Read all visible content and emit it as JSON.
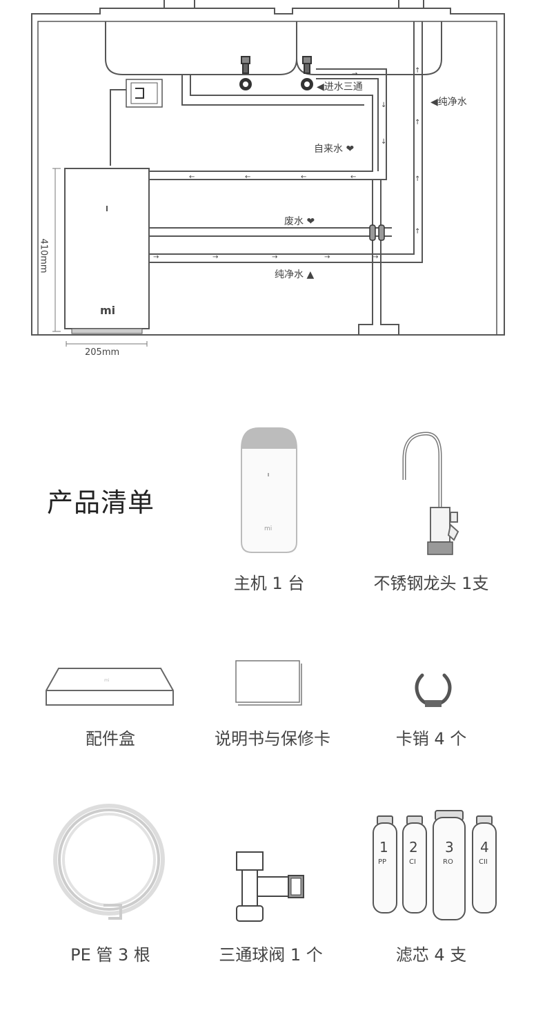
{
  "diagram": {
    "labels": {
      "tee_valve": "进水三通",
      "pure_water_right": "纯净水",
      "tap_water": "自来水",
      "waste_water": "废水",
      "pure_water_bottom": "纯净水",
      "height_dim": "410mm",
      "width_dim": "205mm",
      "logo": "mi"
    }
  },
  "list": {
    "title": "产品清单",
    "items": [
      {
        "label": "主机 1 台",
        "icon": "purifier-unit"
      },
      {
        "label": "不锈钢龙头 1支",
        "icon": "faucet"
      },
      {
        "label": "配件盒",
        "icon": "accessory-box"
      },
      {
        "label": "说明书与保修卡",
        "icon": "manual-card"
      },
      {
        "label": "卡销 4 个",
        "icon": "clip"
      },
      {
        "label": "PE 管 3 根",
        "icon": "pe-tube-coil"
      },
      {
        "label": "三通球阀 1 个",
        "icon": "tee-ball-valve"
      },
      {
        "label": "滤芯 4 支",
        "icon": "filter-cartridges"
      }
    ],
    "filters": [
      {
        "num": "1",
        "code": "PP"
      },
      {
        "num": "2",
        "code": "CI"
      },
      {
        "num": "3",
        "code": "RO"
      },
      {
        "num": "4",
        "code": "CII"
      }
    ]
  }
}
